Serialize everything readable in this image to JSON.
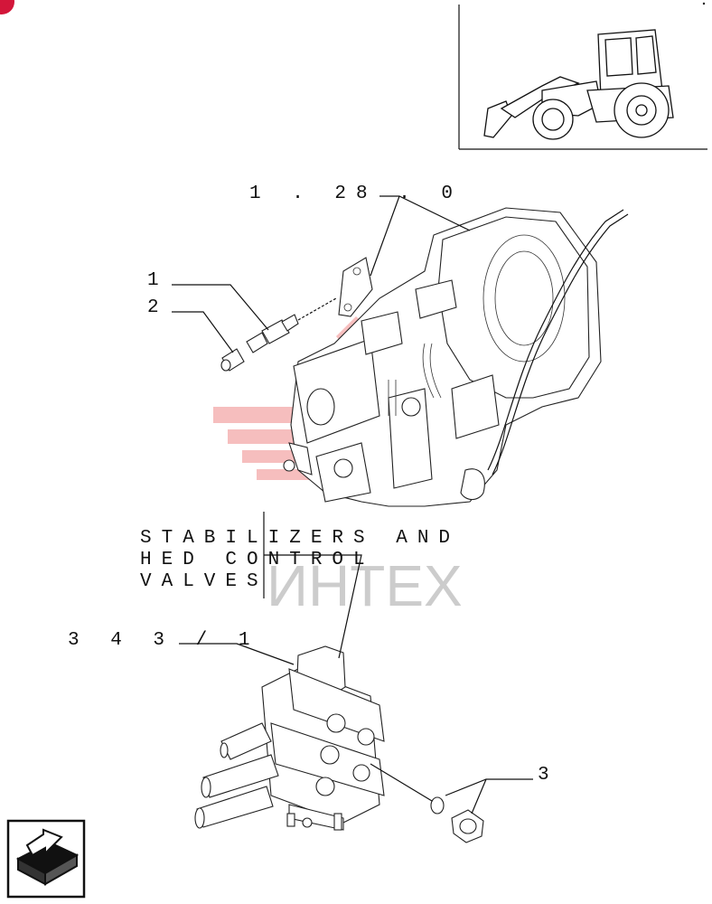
{
  "diagram": {
    "refs": {
      "top_ref": "1 . 28 . 0",
      "item1": "1",
      "item2": "2",
      "item3": "3",
      "valve_ref": "3 4 3 / 1"
    },
    "note_lines": [
      "STABILIZERS AND",
      "HED CONTROL",
      "VALVES"
    ],
    "watermark_text": "ИНТЕХ",
    "colors": {
      "line": "#111111",
      "watermark": "#f08a8a",
      "corner_badge": "#d3163a"
    },
    "icons": {
      "corner": "red-badge-icon",
      "nav": "return-arrow-icon",
      "thumbnail": "backhoe-loader-icon"
    }
  }
}
